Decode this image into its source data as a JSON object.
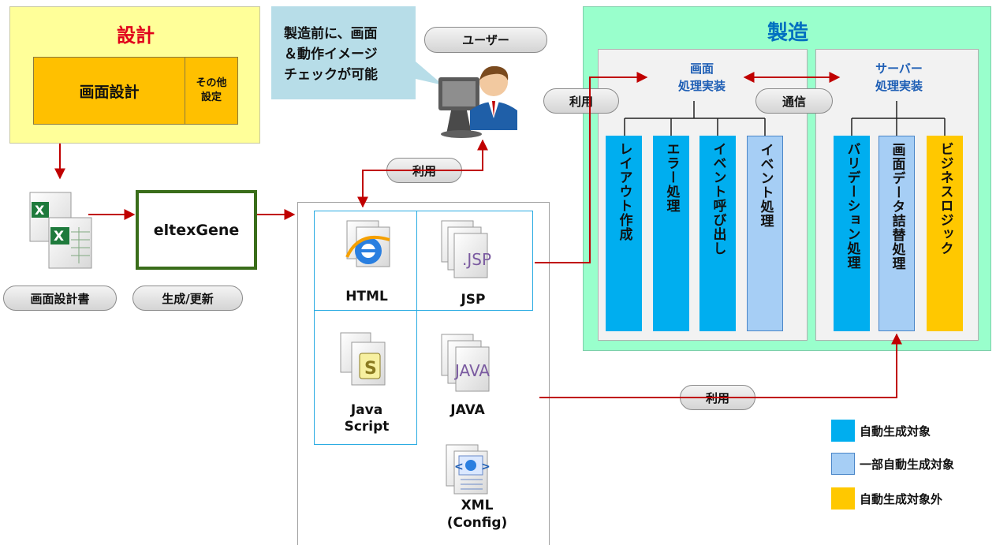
{
  "design": {
    "title": "設計",
    "screen_design": "画面設計",
    "other_settings": [
      "その他",
      "設定"
    ]
  },
  "speech_bubble": [
    "製造前に、画面",
    "＆動作イメージ",
    "チェックが可能"
  ],
  "user_label": "ユーザー",
  "manufacturing": {
    "title": "製造",
    "screen_impl": [
      "画面",
      "処理実装"
    ],
    "server_impl": [
      "サーバー",
      "処理実装"
    ],
    "communication": "通信",
    "screen_columns": [
      "レイアウト作成",
      "エラー処理",
      "イベント呼び出し",
      "イベント処理"
    ],
    "server_columns": [
      "バリデーション処理",
      "画面データ詰替処理",
      "ビジネスロジック"
    ]
  },
  "use_labels": [
    "利用",
    "利用",
    "利用"
  ],
  "spreadsheet_label": "画面設計書",
  "tool": {
    "name": "eltexGene",
    "label": "生成/更新"
  },
  "files": {
    "html": "HTML",
    "jsp": "JSP",
    "jsp_icon": ".JSP",
    "javascript": [
      "Java",
      "Script"
    ],
    "java": "JAVA",
    "java_icon": "JAVA",
    "xml": [
      "XML",
      "(Config)"
    ]
  },
  "legend": [
    {
      "label": "自動生成対象",
      "color": "#00aeef"
    },
    {
      "label": "一部自動生成対象",
      "color": "#a6cef5"
    },
    {
      "label": "自動生成対象外",
      "color": "#ffc800"
    }
  ],
  "colors": {
    "design_bg": "#ffff99",
    "design_title": "#e0001a",
    "manufacturing_bg": "#99ffcc",
    "manufacturing_title": "#0070c0",
    "impl_title": "#1f5fb5",
    "arrow": "#c00000",
    "tool_border": "#3a6d1a",
    "bubble": "#b7dde8"
  }
}
